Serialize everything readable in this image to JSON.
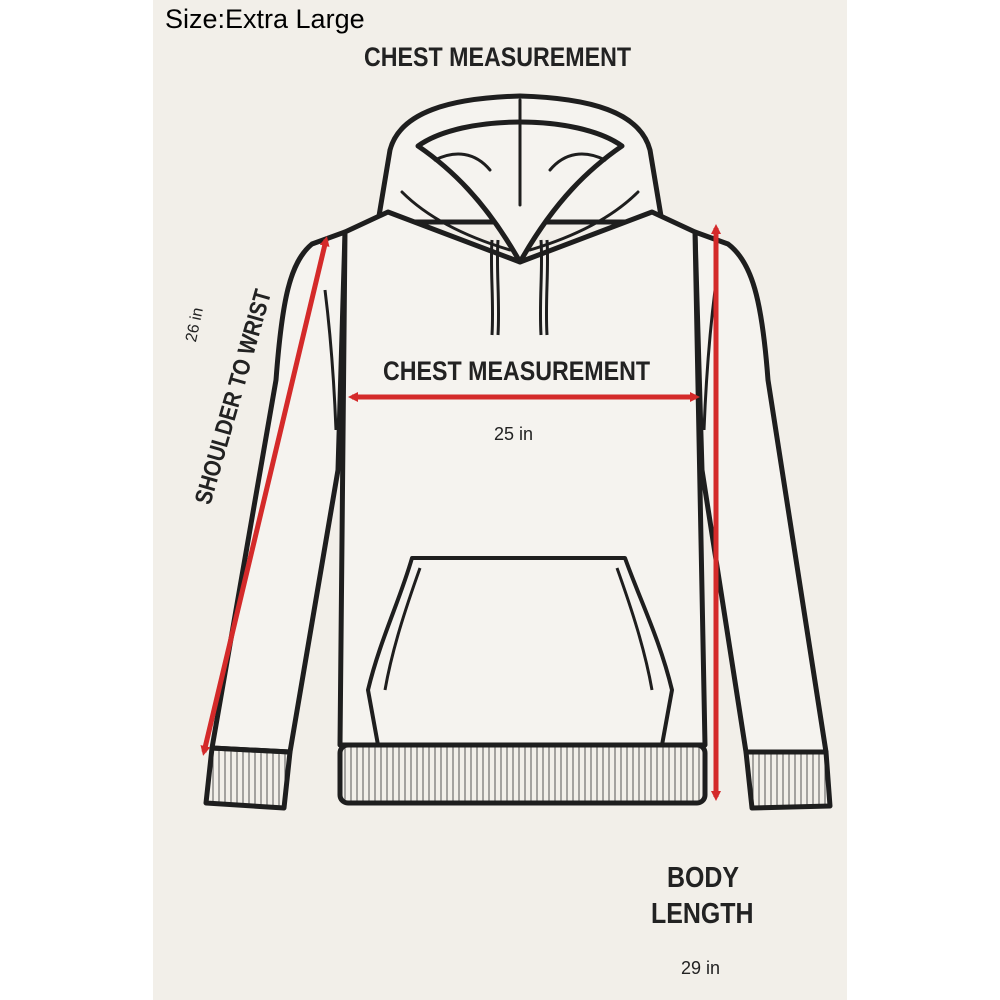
{
  "size_label": "Size:Extra Large",
  "header_title": "CHEST MEASUREMENT",
  "chest": {
    "label": "CHEST MEASUREMENT",
    "value": "25 in"
  },
  "sleeve": {
    "label": "SHOULDER TO WRIST",
    "value": "26 in"
  },
  "body_length": {
    "label_line1": "BODY",
    "label_line2": "LENGTH",
    "value": "29 in"
  },
  "colors": {
    "arrow": "#d42a2a",
    "outline": "#1e1e1e",
    "background": "#f2efe9"
  },
  "illustration": "hoodie-outline"
}
